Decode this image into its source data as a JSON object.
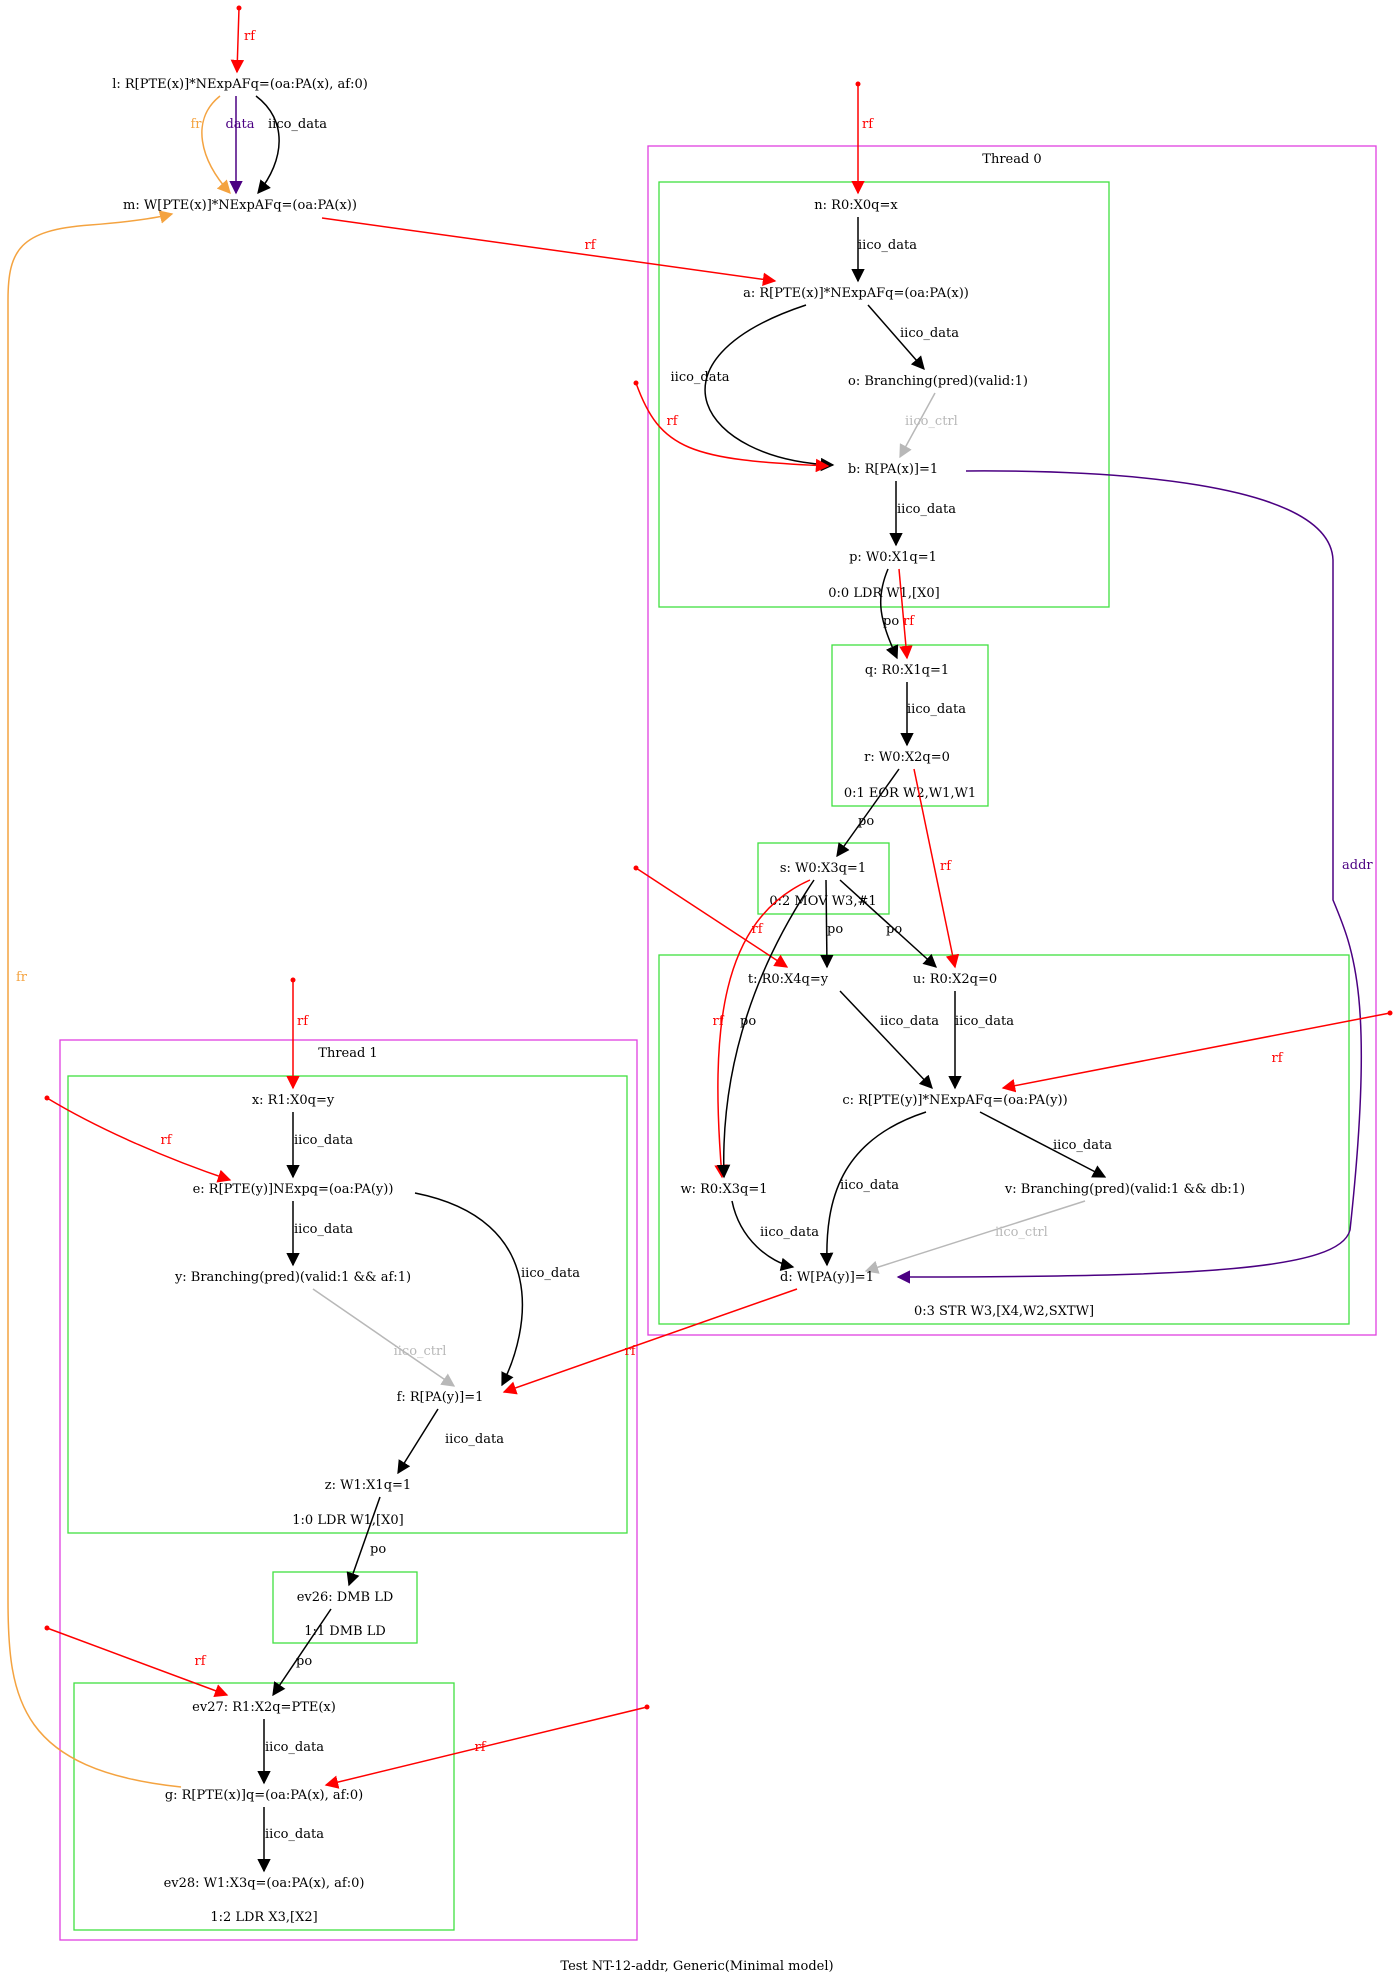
{
  "caption": "Test NT-12-addr, Generic(Minimal model)",
  "colors": {
    "rf": "#ff0000",
    "fr": "#f4a340",
    "data": "#4b0082",
    "addr": "#4b0082",
    "iico_ctrl": "#b8b8b8",
    "default": "#000000",
    "thread_box": "#e040e0",
    "instr_box": "#40e040"
  },
  "clusters": {
    "thread0": "Thread 0",
    "thread1": "Thread 1",
    "t0_i0": "0:0 LDR W1,[X0]",
    "t0_i1": "0:1 EOR W2,W1,W1",
    "t0_i2": "0:2 MOV W3,#1",
    "t0_i3": "0:3 STR W3,[X4,W2,SXTW]",
    "t1_i0": "1:0 LDR W1,[X0]",
    "t1_i1": "1:1 DMB LD",
    "t1_i2": "1:2 LDR X3,[X2]"
  },
  "nodes": {
    "l": "l: R[PTE(x)]*NExpAFq=(oa:PA(x), af:0)",
    "m": "m: W[PTE(x)]*NExpAFq=(oa:PA(x))",
    "n": "n: R0:X0q=x",
    "a": "a: R[PTE(x)]*NExpAFq=(oa:PA(x))",
    "o": "o: Branching(pred)(valid:1)",
    "b": "b: R[PA(x)]=1",
    "p": "p: W0:X1q=1",
    "q": "q: R0:X1q=1",
    "r": "r: W0:X2q=0",
    "s": "s: W0:X3q=1",
    "t": "t: R0:X4q=y",
    "u": "u: R0:X2q=0",
    "c": "c: R[PTE(y)]*NExpAFq=(oa:PA(y))",
    "w": "w: R0:X3q=1",
    "v": "v: Branching(pred)(valid:1 && db:1)",
    "d": "d: W[PA(y)]=1",
    "x": "x: R1:X0q=y",
    "e": "e: R[PTE(y)]NExpq=(oa:PA(y))",
    "y": "y: Branching(pred)(valid:1 && af:1)",
    "f": "f: R[PA(y)]=1",
    "z": "z: W1:X1q=1",
    "ev26": "ev26: DMB LD",
    "ev27": "ev27: R1:X2q=PTE(x)",
    "g": "g: R[PTE(x)]q=(oa:PA(x), af:0)",
    "ev28": "ev28: W1:X3q=(oa:PA(x), af:0)"
  },
  "edges": [
    {
      "id": "e_init_l",
      "from": "init",
      "to": "l",
      "label": "rf",
      "kind": "rf"
    },
    {
      "id": "e_l_m_fr",
      "from": "l",
      "to": "m",
      "label": "fr",
      "kind": "fr"
    },
    {
      "id": "e_l_m_data",
      "from": "l",
      "to": "m",
      "label": "data",
      "kind": "data"
    },
    {
      "id": "e_l_m_iico",
      "from": "l",
      "to": "m",
      "label": "iico_data",
      "kind": "default"
    },
    {
      "id": "e_m_a",
      "from": "m",
      "to": "a",
      "label": "rf",
      "kind": "rf"
    },
    {
      "id": "e_init_n",
      "from": "init",
      "to": "n",
      "label": "rf",
      "kind": "rf"
    },
    {
      "id": "e_n_a",
      "from": "n",
      "to": "a",
      "label": "iico_data",
      "kind": "default"
    },
    {
      "id": "e_a_o",
      "from": "a",
      "to": "o",
      "label": "iico_data",
      "kind": "default"
    },
    {
      "id": "e_a_b",
      "from": "a",
      "to": "b",
      "label": "iico_data",
      "kind": "default"
    },
    {
      "id": "e_init_b",
      "from": "init",
      "to": "b",
      "label": "rf",
      "kind": "rf"
    },
    {
      "id": "e_o_b",
      "from": "o",
      "to": "b",
      "label": "iico_ctrl",
      "kind": "iico_ctrl"
    },
    {
      "id": "e_b_p",
      "from": "b",
      "to": "p",
      "label": "iico_data",
      "kind": "default"
    },
    {
      "id": "e_b_d",
      "from": "b",
      "to": "d",
      "label": "addr",
      "kind": "addr"
    },
    {
      "id": "e_p_q_po",
      "from": "p",
      "to": "q",
      "label": "po",
      "kind": "default"
    },
    {
      "id": "e_p_q_rf",
      "from": "p",
      "to": "q",
      "label": "rf",
      "kind": "rf"
    },
    {
      "id": "e_q_r",
      "from": "q",
      "to": "r",
      "label": "iico_data",
      "kind": "default"
    },
    {
      "id": "e_r_s",
      "from": "r",
      "to": "s",
      "label": "po",
      "kind": "default"
    },
    {
      "id": "e_r_u",
      "from": "r",
      "to": "u",
      "label": "rf",
      "kind": "rf"
    },
    {
      "id": "e_init_t",
      "from": "init",
      "to": "t",
      "label": "rf",
      "kind": "rf"
    },
    {
      "id": "e_s_t",
      "from": "s",
      "to": "t",
      "label": "po",
      "kind": "default"
    },
    {
      "id": "e_s_u",
      "from": "s",
      "to": "u",
      "label": "po",
      "kind": "default"
    },
    {
      "id": "e_s_w_rf",
      "from": "s",
      "to": "w",
      "label": "rf",
      "kind": "rf"
    },
    {
      "id": "e_s_w_po",
      "from": "s",
      "to": "w",
      "label": "po",
      "kind": "default"
    },
    {
      "id": "e_t_c",
      "from": "t",
      "to": "c",
      "label": "iico_data",
      "kind": "default"
    },
    {
      "id": "e_u_c",
      "from": "u",
      "to": "c",
      "label": "iico_data",
      "kind": "default"
    },
    {
      "id": "e_init_c",
      "from": "init",
      "to": "c",
      "label": "rf",
      "kind": "rf"
    },
    {
      "id": "e_c_d",
      "from": "c",
      "to": "d",
      "label": "iico_data",
      "kind": "default"
    },
    {
      "id": "e_c_v",
      "from": "c",
      "to": "v",
      "label": "iico_data",
      "kind": "default"
    },
    {
      "id": "e_w_d",
      "from": "w",
      "to": "d",
      "label": "iico_data",
      "kind": "default"
    },
    {
      "id": "e_v_d",
      "from": "v",
      "to": "d",
      "label": "iico_ctrl",
      "kind": "iico_ctrl"
    },
    {
      "id": "e_d_f",
      "from": "d",
      "to": "f",
      "label": "rf",
      "kind": "rf"
    },
    {
      "id": "e_init_x",
      "from": "init",
      "to": "x",
      "label": "rf",
      "kind": "rf"
    },
    {
      "id": "e_x_e",
      "from": "x",
      "to": "e",
      "label": "iico_data",
      "kind": "default"
    },
    {
      "id": "e_init_e",
      "from": "init",
      "to": "e",
      "label": "rf",
      "kind": "rf"
    },
    {
      "id": "e_e_y",
      "from": "e",
      "to": "y",
      "label": "iico_data",
      "kind": "default"
    },
    {
      "id": "e_e_f",
      "from": "e",
      "to": "f",
      "label": "iico_data",
      "kind": "default"
    },
    {
      "id": "e_y_f",
      "from": "y",
      "to": "f",
      "label": "iico_ctrl",
      "kind": "iico_ctrl"
    },
    {
      "id": "e_f_z",
      "from": "f",
      "to": "z",
      "label": "iico_data",
      "kind": "default"
    },
    {
      "id": "e_z_ev26",
      "from": "z",
      "to": "ev26",
      "label": "po",
      "kind": "default"
    },
    {
      "id": "e_ev26_ev27",
      "from": "ev26",
      "to": "ev27",
      "label": "po",
      "kind": "default"
    },
    {
      "id": "e_init_ev27",
      "from": "init",
      "to": "ev27",
      "label": "rf",
      "kind": "rf"
    },
    {
      "id": "e_ev27_g",
      "from": "ev27",
      "to": "g",
      "label": "iico_data",
      "kind": "default"
    },
    {
      "id": "e_init_g",
      "from": "init",
      "to": "g",
      "label": "rf",
      "kind": "rf"
    },
    {
      "id": "e_g_ev28",
      "from": "g",
      "to": "ev28",
      "label": "iico_data",
      "kind": "default"
    },
    {
      "id": "e_g_m",
      "from": "g",
      "to": "m",
      "label": "fr",
      "kind": "fr"
    }
  ]
}
